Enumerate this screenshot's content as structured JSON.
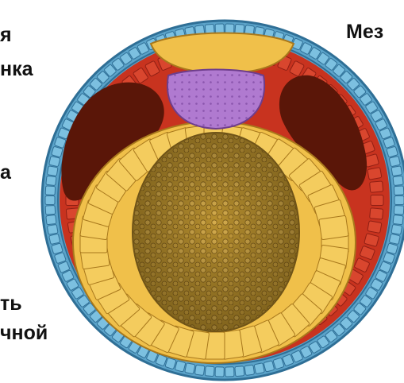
{
  "labels": {
    "top_left_1": "я",
    "top_left_2": "нка",
    "top_right": "Мез",
    "mid_left": "а",
    "bottom_left_1": "ть",
    "bottom_left_2": "чной"
  },
  "colors": {
    "ectoderm": "#5ba3c9",
    "ectoderm_edge": "#2f6f96",
    "mesoderm": "#c8331f",
    "mesoderm_dark": "#8f1f14",
    "endoderm": "#f0c04a",
    "endoderm_edge": "#a8781c",
    "yolk": "#b38a33",
    "yolk_dark": "#6f5317",
    "notochord": "#a874c8",
    "cavity": "#5a1608"
  }
}
